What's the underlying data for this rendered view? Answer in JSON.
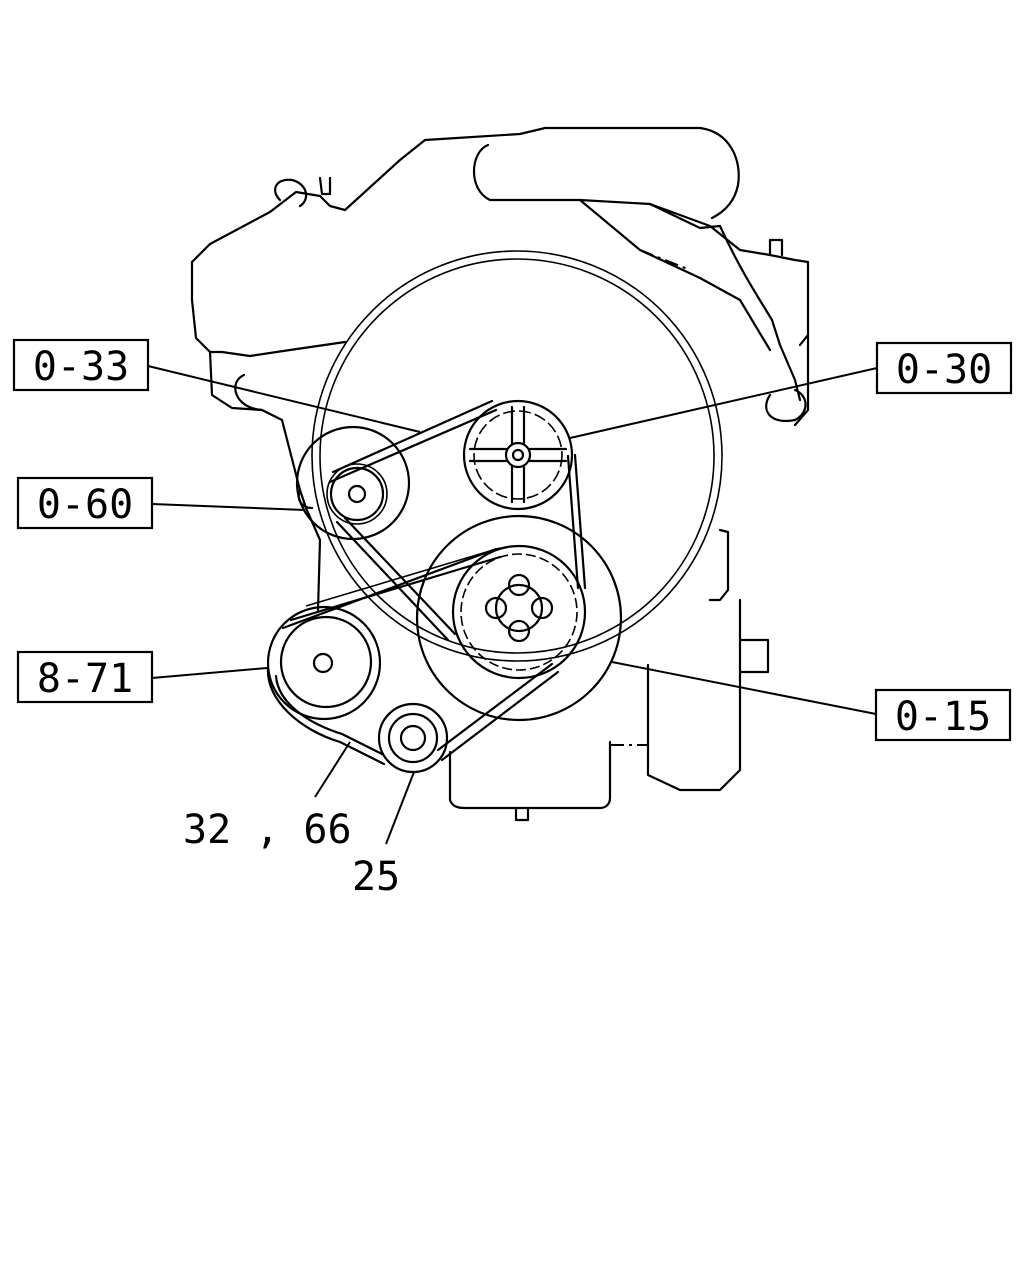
{
  "callouts": {
    "c_0_33": "0-33",
    "c_0_30": "0-30",
    "c_0_60": "0-60",
    "c_8_71": "8-71",
    "c_0_15": "0-15"
  },
  "labels": {
    "belt_parts": "32 , 66",
    "idler_part": "25"
  },
  "colors": {
    "ink": "#000000",
    "paper": "#ffffff"
  }
}
